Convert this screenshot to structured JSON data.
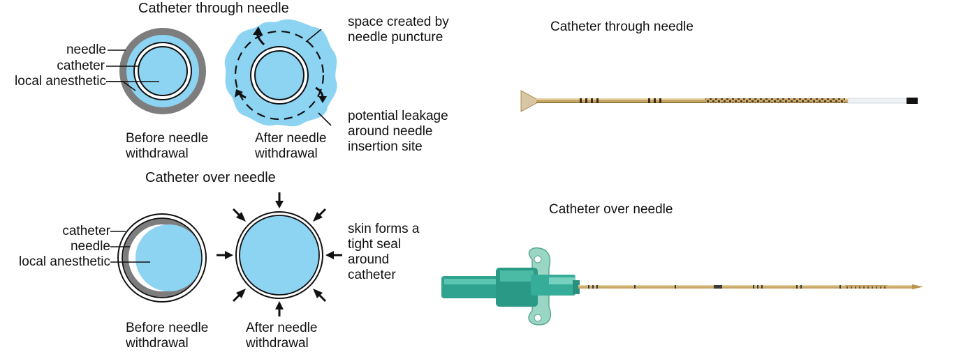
{
  "diagram": {
    "through": {
      "heading": "Catheter through needle",
      "label_needle": "needle",
      "label_catheter": "catheter",
      "label_local": "local anesthetic",
      "before_line1": "Before needle",
      "before_line2": "withdrawal",
      "after_line1": "After needle",
      "after_line2": "withdrawal",
      "space_line1": "space created by",
      "space_line2": "needle puncture",
      "leak_line1": "potential leakage",
      "leak_line2": "around needle",
      "leak_line3": "insertion site"
    },
    "over": {
      "heading": "Catheter over needle",
      "label_catheter": "catheter",
      "label_needle": "needle",
      "label_local": "local anesthetic",
      "before_line1": "Before needle",
      "before_line2": "withdrawal",
      "after_line1": "After needle",
      "after_line2": "withdrawal",
      "seal_line1": "skin forms a",
      "seal_line2": "tight seal",
      "seal_line3": "around",
      "seal_line4": "catheter"
    }
  },
  "photos": {
    "through_title": "Catheter through needle",
    "over_title": "Catheter over needle"
  },
  "colors": {
    "fluid": "#8dd3f2",
    "needle_gray": "#7d7d7d",
    "needle_gold": "#c8a868",
    "hub_green": "#2fa38f"
  }
}
